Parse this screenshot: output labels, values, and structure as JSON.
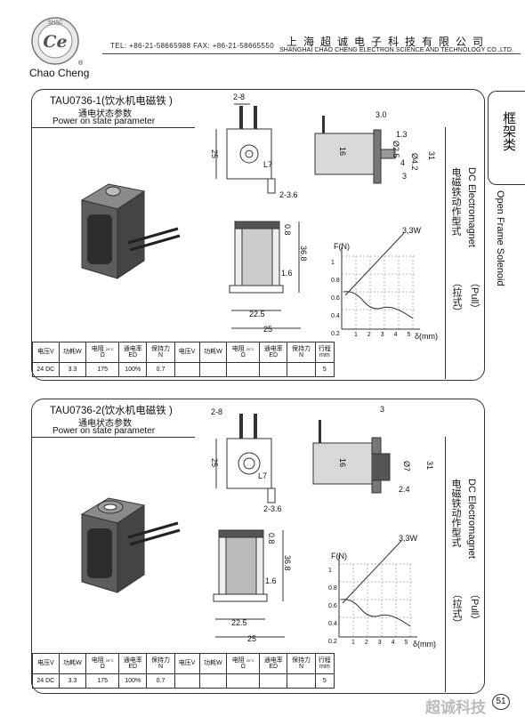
{
  "header": {
    "logo_letters": "Ce",
    "logo_ring_text": "SHAC",
    "brand": "Chao Cheng",
    "registered": "®",
    "contact": "TEL: +86-21-58665988 FAX: +86-21-58665550",
    "company_cn": "上海超诚电子科技有限公司",
    "company_en": "SHANGHAI CHAO CHENG ELECTRON SCIENCE AND TECHNOLOGY CO.,LTD."
  },
  "side": {
    "tab_label": "框架类",
    "category_cn": "电磁铁动作型式",
    "category_en": "DC Electromagnet",
    "frame_en": "Open Frame Solenoid",
    "pull_cn": "（拉式）",
    "pull_en": "（Pull）"
  },
  "watermark": "超诚科技",
  "page_number": "51",
  "products": [
    {
      "title": "TAU0736-1(饮水机电磁铁 )",
      "subtitle_cn": "通电状态参数",
      "subtitle_en": "Power on state parameter",
      "dims": {
        "d1": "2-8",
        "d2": "25",
        "d3": "L7",
        "d4": "2-3.6",
        "d5": "3.0",
        "d6": "1.3",
        "d7": "16",
        "d8": "Ø2.5",
        "d9": "Ø4.2",
        "d10": "4",
        "d11": "31",
        "d12": "3",
        "d13": "0.8",
        "d14": "36.8",
        "d15": "1.6",
        "d16": "22.5",
        "d17": "25"
      },
      "graph": {
        "ylabel": "F(N)",
        "xlabel": "δ(mm)",
        "curve_label": "3,3W",
        "y_ticks": [
          "1",
          "0.8",
          "0.6",
          "0.4",
          "0.2"
        ],
        "x_ticks": [
          "1",
          "2",
          "3",
          "4",
          "5"
        ]
      },
      "table": {
        "headers": [
          [
            "电压V"
          ],
          [
            "功耗W"
          ],
          [
            "电阻",
            "Ω"
          ],
          [
            "通电率",
            "ED"
          ],
          [
            "保持力",
            "N"
          ],
          [
            "电压V"
          ],
          [
            "功耗W"
          ],
          [
            "电阻",
            "Ω"
          ],
          [
            "通电率",
            "ED"
          ],
          [
            "保持力",
            "N"
          ],
          [
            "行程",
            "mm"
          ]
        ],
        "temp_note": "20°C",
        "row": [
          "24 DC",
          "3.3",
          "175",
          "100%",
          "0.7",
          "",
          "",
          "",
          "",
          "",
          "5"
        ]
      }
    },
    {
      "title": "TAU0736-2(饮水机电磁铁 )",
      "subtitle_cn": "通电状态参数",
      "subtitle_en": "Power on state parameter",
      "dims": {
        "d1": "2-8",
        "d2": "25",
        "d3": "L7",
        "d4": "2-3.6",
        "d5": "3",
        "d7": "16",
        "d8": "Ø7",
        "d9": "2.4",
        "d11": "31",
        "d13": "0.8",
        "d14": "36.8",
        "d15": "1.6",
        "d16": "22.5",
        "d17": "25"
      },
      "graph": {
        "ylabel": "F(N)",
        "xlabel": "δ(mm)",
        "curve_label": "3,3W",
        "y_ticks": [
          "1",
          "0.8",
          "0.6",
          "0.4",
          "0.2"
        ],
        "x_ticks": [
          "1",
          "2",
          "3",
          "4",
          "5"
        ]
      },
      "table": {
        "headers": [
          [
            "电压V"
          ],
          [
            "功耗W"
          ],
          [
            "电阻",
            "Ω"
          ],
          [
            "通电率",
            "ED"
          ],
          [
            "保持力",
            "N"
          ],
          [
            "电压V"
          ],
          [
            "功耗W"
          ],
          [
            "电阻",
            "Ω"
          ],
          [
            "通电率",
            "ED"
          ],
          [
            "保持力",
            "N"
          ],
          [
            "行程",
            "mm"
          ]
        ],
        "temp_note": "20°C",
        "row": [
          "24 DC",
          "3.3",
          "175",
          "100%",
          "0.7",
          "",
          "",
          "",
          "",
          "",
          "5"
        ]
      }
    }
  ]
}
